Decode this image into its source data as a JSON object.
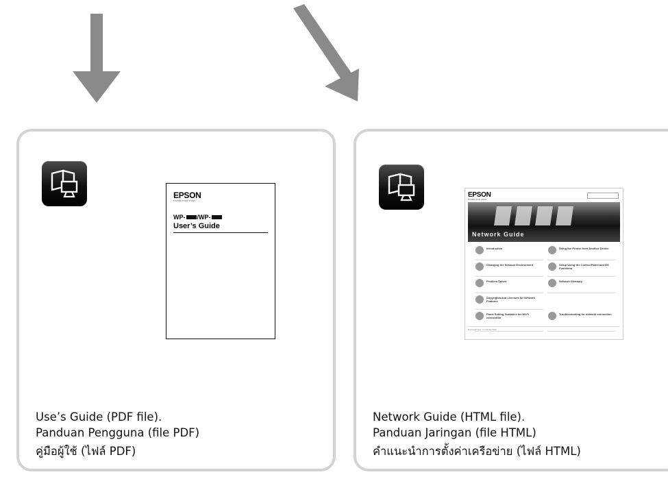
{
  "left_panel": {
    "caption_lines": [
      "Use’s Guide (PDF file).",
      "Panduan Pengguna (file PDF)",
      "คู่มือผู้ใช้ (ไฟล์ PDF)"
    ],
    "document": {
      "brand": "EPSON",
      "tagline": "EXCEED YOUR VISION",
      "model_prefix": "WP-",
      "model_separator": "/WP-",
      "title": "User’s Guide"
    }
  },
  "right_panel": {
    "caption_lines": [
      "Network Guide (HTML file).",
      "Panduan Jaringan (file HTML)",
      "คำแนะนำการตั้งค่าเครือข่าย (ไฟล์ HTML)"
    ],
    "web_page": {
      "brand": "EPSON",
      "tagline": "EXCEED YOUR VISION",
      "banner_title": "Network Guide",
      "links": [
        "Introduction",
        "Using the Printer from Another Device",
        "Changing the Network Environment",
        "Setup Using the Control Panel and OS Functions",
        "Problem Solver",
        "Network Glossary",
        "Copyrights and Licenses for Network Features",
        "",
        "Panel Setting Guidance for Wi-Fi connection",
        "Troubleshooting for network connection"
      ],
      "footer": "Home   Printer   Contents   Help"
    }
  },
  "colors": {
    "arrow": "#8a8a8a",
    "panel_border": "#d3d3d3",
    "icon_bg": "#111111"
  },
  "icon_names": [
    "book-monitor-icon",
    "book-monitor-icon"
  ]
}
